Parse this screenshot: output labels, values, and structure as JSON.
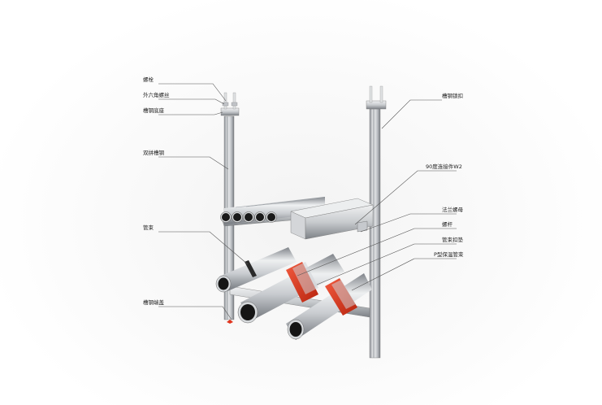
{
  "diagram": {
    "labels_left": [
      {
        "id": "bolt",
        "text": "螺栓"
      },
      {
        "id": "hex-nut",
        "text": "外六角螺丝"
      },
      {
        "id": "channel-base",
        "text": "槽钢底座"
      },
      {
        "id": "double-channel",
        "text": "双拼槽钢"
      },
      {
        "id": "pipe-clamp",
        "text": "管束"
      },
      {
        "id": "channel-end-cap",
        "text": "槽钢端盖"
      }
    ],
    "labels_right": [
      {
        "id": "channel-lock",
        "text": "槽钢锁扣"
      },
      {
        "id": "connector-w2",
        "text": "90度连接件W2"
      },
      {
        "id": "flange-nut",
        "text": "法兰螺母"
      },
      {
        "id": "threaded-rod",
        "text": "螺杆"
      },
      {
        "id": "clamp-pad",
        "text": "管束扣垫"
      },
      {
        "id": "insulated-clamp",
        "text": "P型保温管束"
      }
    ],
    "colors": {
      "steel_light": "#e6e8ea",
      "steel_mid": "#b9bcc0",
      "steel_dark": "#6f7378",
      "insulation_red": "#e0341e",
      "text": "#222222",
      "leader": "#555555"
    }
  }
}
